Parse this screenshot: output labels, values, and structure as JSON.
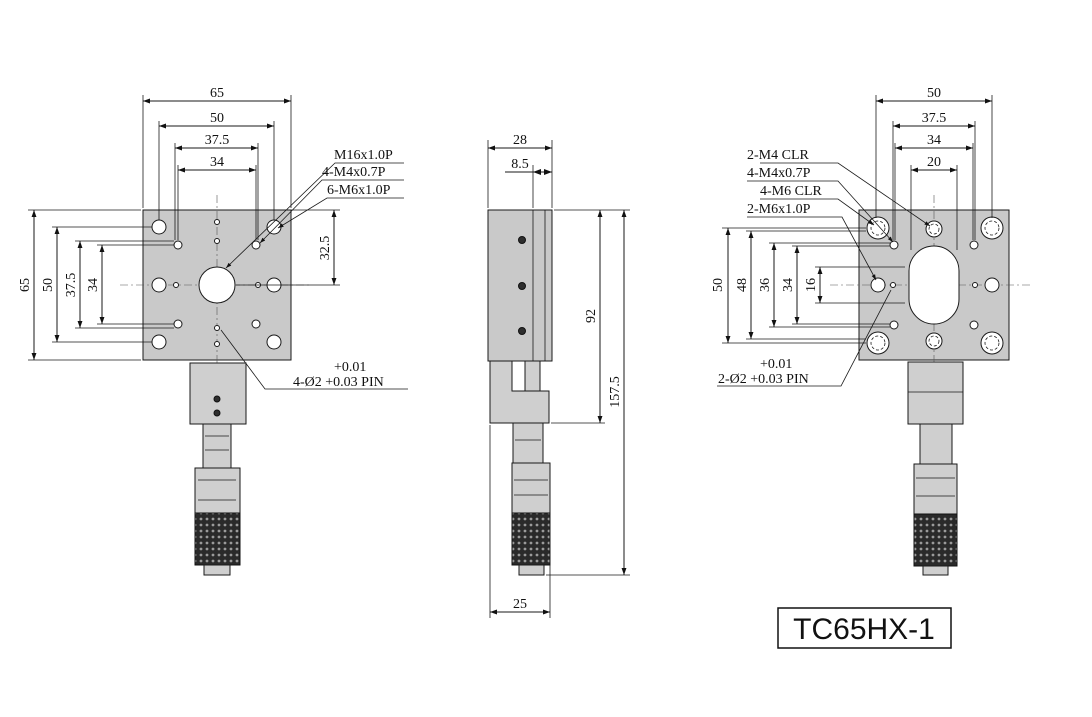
{
  "front_view": {
    "dims": {
      "w65": "65",
      "w50": "50",
      "w375": "37.5",
      "w34": "34",
      "h65": "65",
      "h50": "50",
      "h375": "37.5",
      "h34": "34",
      "h325": "32.5"
    },
    "callouts": {
      "m16": "M16x1.0P",
      "m4": "4-M4x0.7P",
      "m6": "6-M6x1.0P",
      "tol": "+0.01",
      "pin": "4-Ø2 +0.03 PIN"
    }
  },
  "side_view": {
    "dims": {
      "w28": "28",
      "w85": "8.5",
      "h92": "92",
      "h1575": "157.5",
      "w25": "25"
    }
  },
  "back_view": {
    "dims": {
      "w50": "50",
      "w375": "37.5",
      "w34": "34",
      "w20": "20",
      "h50": "50",
      "h48": "48",
      "h36": "36",
      "h34": "34",
      "h16": "16"
    },
    "callouts": {
      "m4clr": "2-M4 CLR",
      "m4": "4-M4x0.7P",
      "m6clr": "4-M6 CLR",
      "m6": "2-M6x1.0P",
      "tol": "+0.01",
      "pin": "2-Ø2 +0.03 PIN"
    }
  },
  "model_label": "TC65HX-1"
}
